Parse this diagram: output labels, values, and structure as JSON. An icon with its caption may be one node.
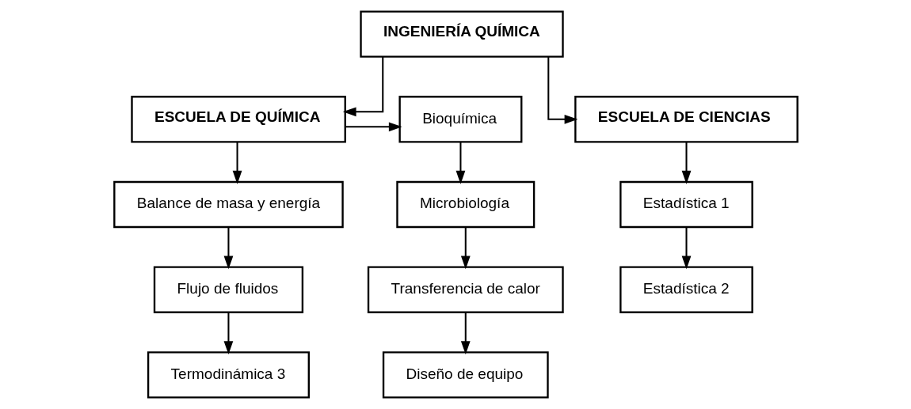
{
  "diagram": {
    "nodes": [
      {
        "text": [
          "INGENIERÍA QUÍMICA"
        ]
      },
      {
        "text": [
          "ESCUELA DE QUÍMICA"
        ]
      },
      {
        "text": [
          "Bioquímica"
        ]
      },
      {
        "text": [
          "ESCUELA DE CIENCIAS"
        ]
      },
      {
        "text": [
          "Balance de masa y energía"
        ]
      },
      {
        "text": [
          "Microbiología"
        ]
      },
      {
        "text": [
          "Estadística 1"
        ]
      },
      {
        "text": [
          "Flujo de fluidos"
        ]
      },
      {
        "text": [
          "Transferencia de calor"
        ]
      },
      {
        "text": [
          "Estadística 2"
        ]
      },
      {
        "text": [
          "Termodinámica 3"
        ]
      },
      {
        "text": [
          "Diseño de equipo"
        ]
      }
    ],
    "edges": [
      {
        "from": 0,
        "to": 1,
        "arrow": "to"
      },
      {
        "from": 0,
        "to": 3,
        "arrow": "to"
      },
      {
        "from": 1,
        "to": 2,
        "arrow": "to"
      },
      {
        "from": 1,
        "to": 4,
        "arrow": "to"
      },
      {
        "from": 4,
        "to": 7,
        "arrow": "to"
      },
      {
        "from": 7,
        "to": 10,
        "arrow": "to"
      },
      {
        "from": 2,
        "to": 5,
        "arrow": "to"
      },
      {
        "from": 5,
        "to": 8,
        "arrow": "to"
      },
      {
        "from": 8,
        "to": 11,
        "arrow": "to"
      },
      {
        "from": 3,
        "to": 6,
        "arrow": "to"
      },
      {
        "from": 6,
        "to": 9,
        "arrow": "to"
      }
    ]
  }
}
